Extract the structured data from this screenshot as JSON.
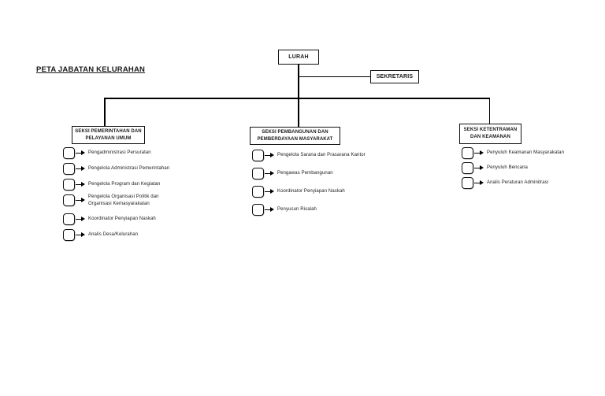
{
  "page": {
    "title": "PETA JABATAN KELURAHAN"
  },
  "org_chart": {
    "root_label": "LURAH",
    "secretary_label": "SEKRETARIS",
    "sections": [
      {
        "title": "SEKSI PEMERINTAHAN DAN\nPELAYANAN UMUM",
        "items": [
          "Pengadministrasi Persuratan",
          "Pengelola Administrasi Pemerintahan",
          "Pengelola Program dan Kegiatan",
          "Pengelola Organisasi Politik dan\nOrganisasi Kemasyarakatan",
          "Koordinator Penyiapan Naskah",
          "Analis Desa/Kelurahan"
        ]
      },
      {
        "title": "SEKSI PEMBANGUNAN DAN\nPEMBERDAYAAN MASYARAKAT",
        "items": [
          "Pengelola Sarana dan Prasarana Kantor",
          "Pengawas Pembangunan",
          "Koordinator Penyiapan Naskah",
          "Penyusun Risalah"
        ]
      },
      {
        "title": "SEKSI KETENTRAMAN\nDAN KEAMANAN",
        "items": [
          "Penyuluh Keamanan Masyarakatan",
          "Penyuluh Bencana",
          "Analis Peraturan Adminitrasi"
        ]
      }
    ]
  },
  "colors": {
    "background": "#ffffff",
    "line": "#000000",
    "text": "#1a1a1a"
  }
}
